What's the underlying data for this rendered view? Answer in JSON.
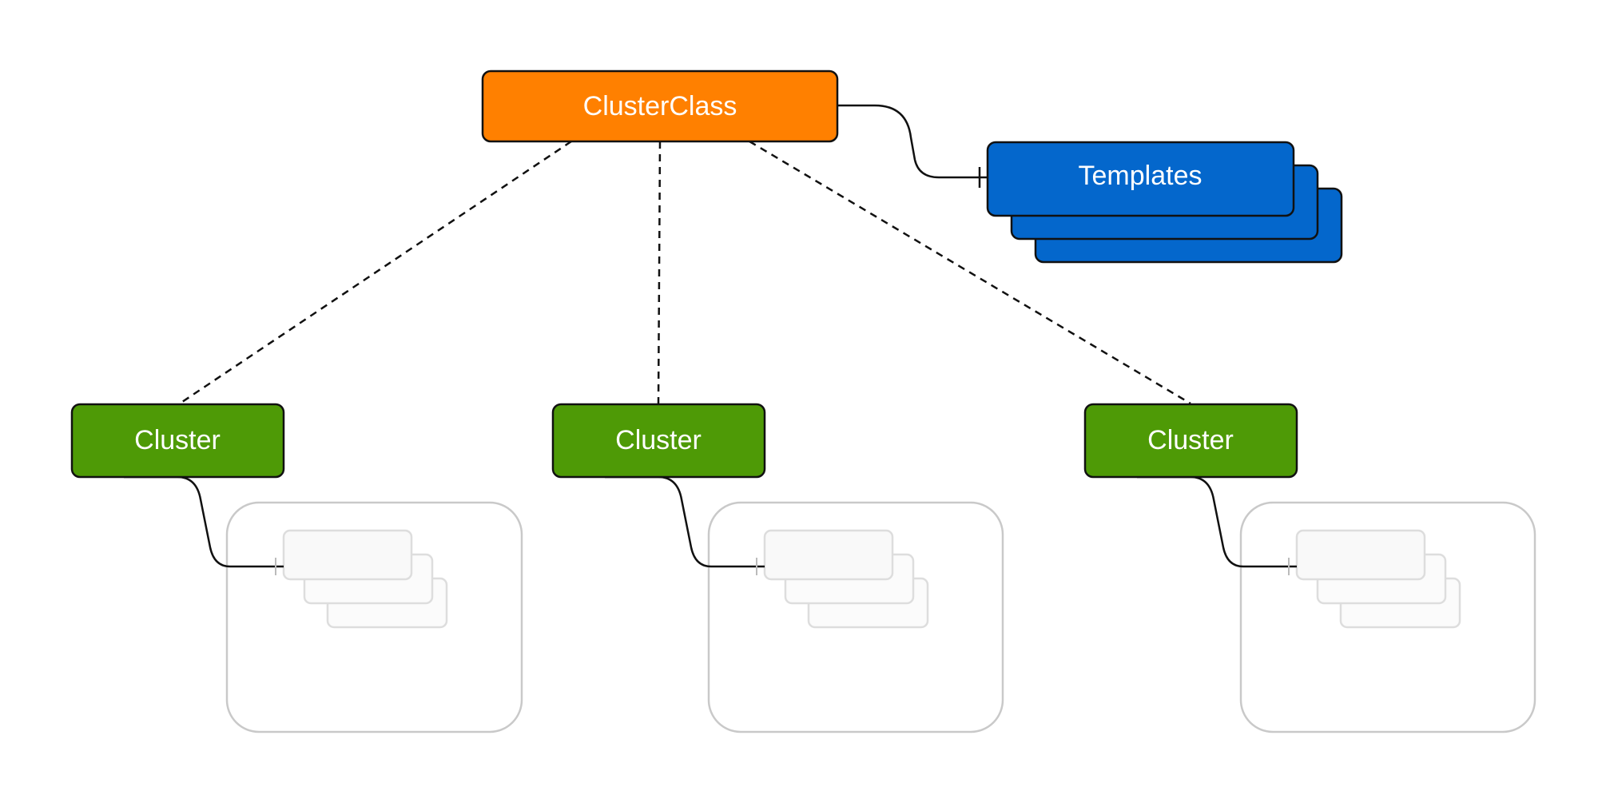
{
  "diagram": {
    "colors": {
      "background": "#ffffff",
      "clusterclass": "#ff8000",
      "templates": "#0467cc",
      "cluster": "#4e9a06",
      "outline": "#111111",
      "ghost_stroke": "#c9c9c9",
      "ghost_fill": "#f9f9f9"
    },
    "clusterclass": {
      "label": "ClusterClass"
    },
    "templates": {
      "label": "Templates"
    },
    "clusters": [
      {
        "label": "Cluster"
      },
      {
        "label": "Cluster"
      },
      {
        "label": "Cluster"
      }
    ]
  }
}
